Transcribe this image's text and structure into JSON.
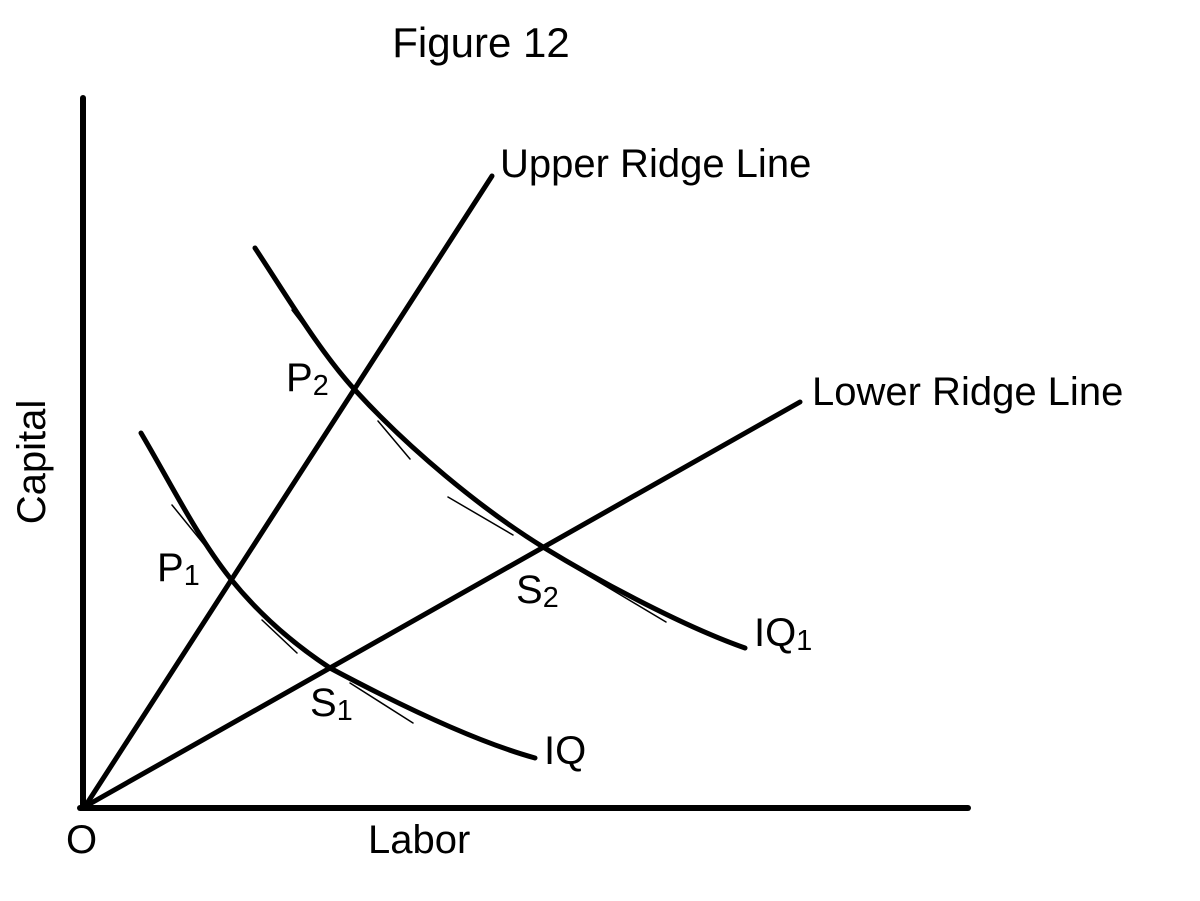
{
  "figure": {
    "title": "Figure 12"
  },
  "axes": {
    "y_label": "Capital",
    "x_label": "Labor",
    "origin": "O"
  },
  "ridge_lines": {
    "upper": "Upper Ridge Line",
    "lower": "Lower Ridge Line"
  },
  "isoquants": {
    "iq": {
      "base": "IQ",
      "sub": ""
    },
    "iq1": {
      "base": "IQ",
      "sub": "1"
    }
  },
  "points": {
    "p1": {
      "base": "P",
      "sub": "1"
    },
    "p2": {
      "base": "P",
      "sub": "2"
    },
    "s1": {
      "base": "S",
      "sub": "1"
    },
    "s2": {
      "base": "S",
      "sub": "2"
    }
  },
  "colors": {
    "ink": "#000000",
    "background": "#ffffff"
  }
}
